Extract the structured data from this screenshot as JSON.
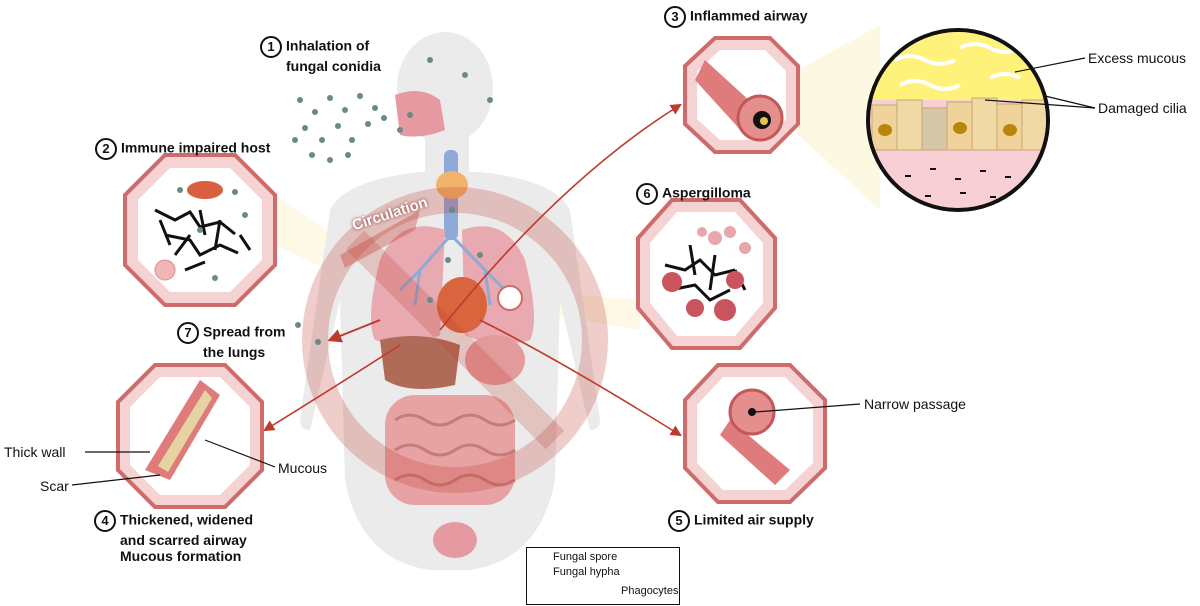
{
  "steps": [
    {
      "num": "1",
      "line1": "Inhalation of",
      "line2": "fungal conidia"
    },
    {
      "num": "2",
      "line1": "Immune impaired host"
    },
    {
      "num": "3",
      "line1": "Inflammed airway"
    },
    {
      "num": "4",
      "line1": "Thickened, widened",
      "line2": "and scarred airway",
      "line3": "Mucous formation"
    },
    {
      "num": "5",
      "line1": "Limited air supply"
    },
    {
      "num": "6",
      "line1": "Aspergilloma"
    },
    {
      "num": "7",
      "line1": "Spread from",
      "line2": "the lungs"
    }
  ],
  "annotations": {
    "circulation": "Circulation",
    "excess_mucous": "Excess mucous",
    "damaged_cilia": "Damaged cilia",
    "narrow_passage": "Narrow passage",
    "thick_wall": "Thick wall",
    "scar": "Scar",
    "mucous": "Mucous"
  },
  "legend": {
    "spore": "Fungal spore",
    "hypha": "Fungal hypha",
    "phagocytes": "Phagocytes"
  },
  "colors": {
    "octagon_fill": "#f6d3d3",
    "octagon_stroke": "#cf6b6b",
    "arrow": "#c0392b",
    "spore": "#6b8a87",
    "hypha": "#111111",
    "body": "#e9e9e9",
    "lung": "#e8a9b0",
    "mucous": "#fff27a",
    "tissue": "#f5c9cc",
    "cell": "#efd39a"
  }
}
